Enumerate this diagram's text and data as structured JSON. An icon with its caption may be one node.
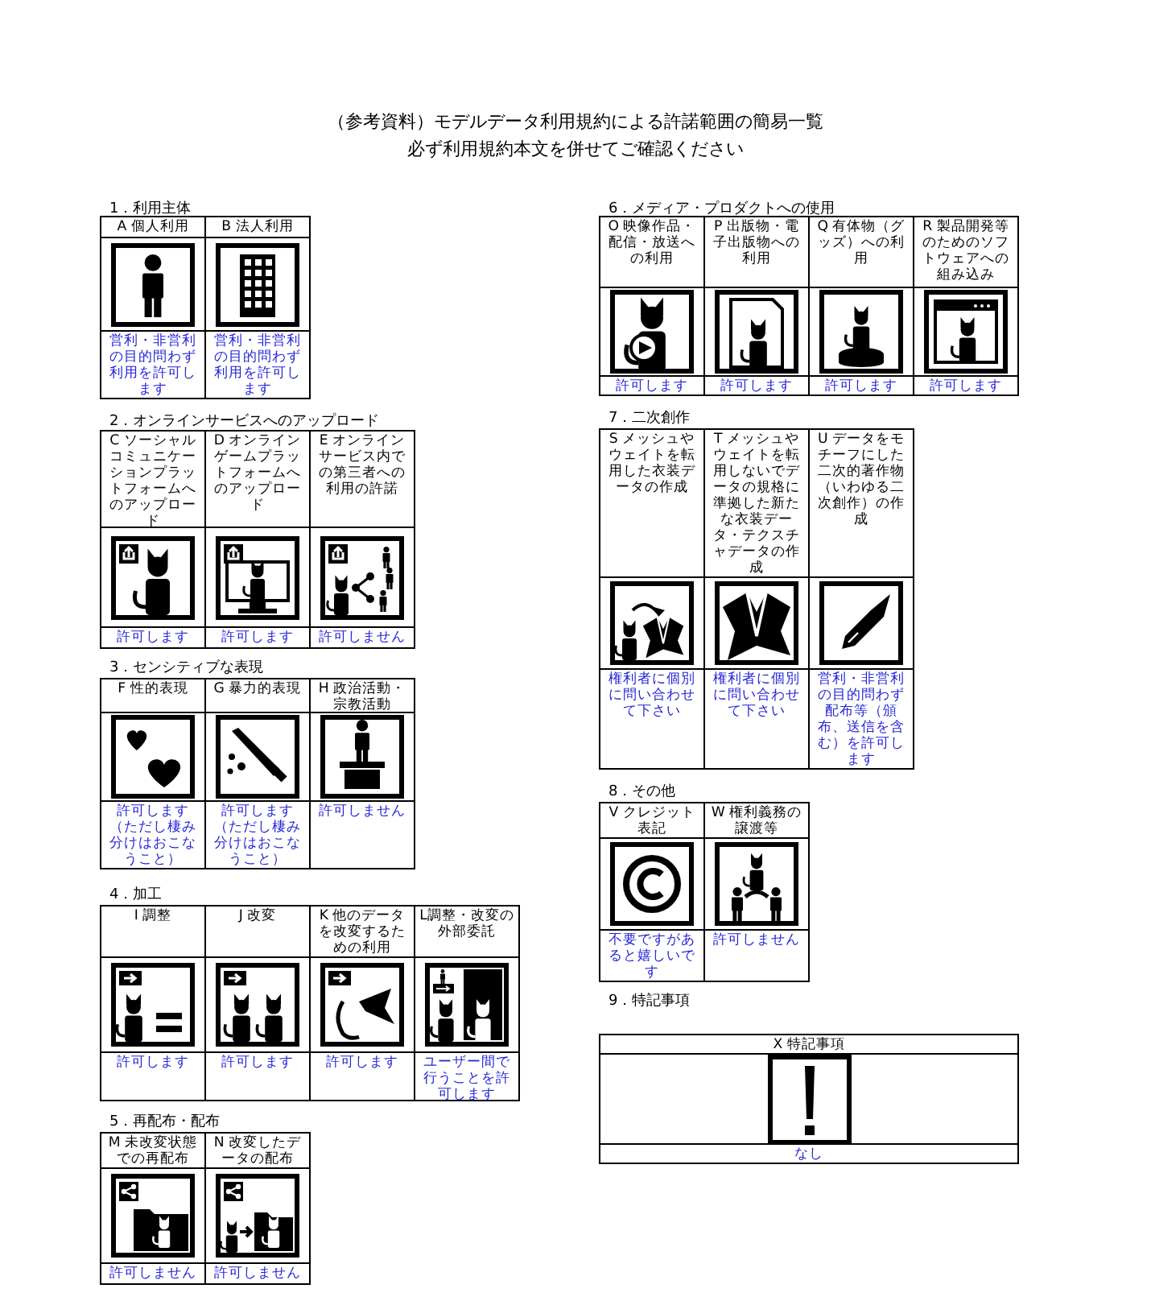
{
  "diagram": {
    "title": "（参考資料）モデルデータ利用規約による許諾範囲の簡易一覧",
    "labels": [
      "必ず利用規約本文を併せてご確認ください",
      "1．利用主体",
      "A 個人利用",
      "B 法人利用",
      "営利・非営利の目的問わず利用を許可します",
      "営利・非営利の目的問わず利用を許可します",
      "2．オンラインサービスへのアップロード",
      "C ソーシャルコミュニケーションプラットフォームへのアップロード",
      "D オンラインゲームプラットフォームへのアップロード",
      "E オンラインサービス内での第三者への利用の許諾",
      "許可します",
      "許可します",
      "許可しません",
      "3．センシティブな表現",
      "F 性的表現",
      "G 暴力的表現",
      "H 政治活動・宗教活動",
      "許可します（ただし棲み分けはおこなうこと）",
      "許可します（ただし棲み分けはおこなうこと）",
      "許可しません",
      "4．加工",
      "I 調整",
      "J 改変",
      "K 他のデータを改変するための利用",
      "L調整・改変の外部委託",
      "許可します",
      "許可します",
      "許可します",
      "ユーザー間で行うことを許可します",
      "5．再配布・配布",
      "M 未改変状態での再配布",
      "N 改変したデータの配布",
      "許可しません",
      "許可しません",
      "6．メディア・プロダクトへの使用",
      "O 映像作品・配信・放送への利用",
      "P 出版物・電子出版物への利用",
      "Q 有体物（グッズ）への利用",
      "R 製品開発等のためのソフトウェアへの組み込み",
      "許可します",
      "許可します",
      "許可します",
      "許可します",
      "7．二次創作",
      "S メッシュやウェイトを転用した衣装データの作成",
      "T メッシュやウェイトを転用しないでデータの規格に準拠した新たな衣装データ・テクスチャデータの作成",
      "U データをモチーフにした二次的著作物（いわゆる二次創作）の作成",
      "権利者に個別に問い合わせて下さい",
      "権利者に個別に問い合わせて下さい",
      "営利・非営利の目的問わず配布等（頒布、送信を含む）を許可します",
      "8．その他",
      "V クレジット表記",
      "W 権利義務の譲渡等",
      "不要ですがあると嬉しいです",
      "許可しません",
      "9．特記事項",
      "X 特記事項",
      "なし"
    ]
  }
}
